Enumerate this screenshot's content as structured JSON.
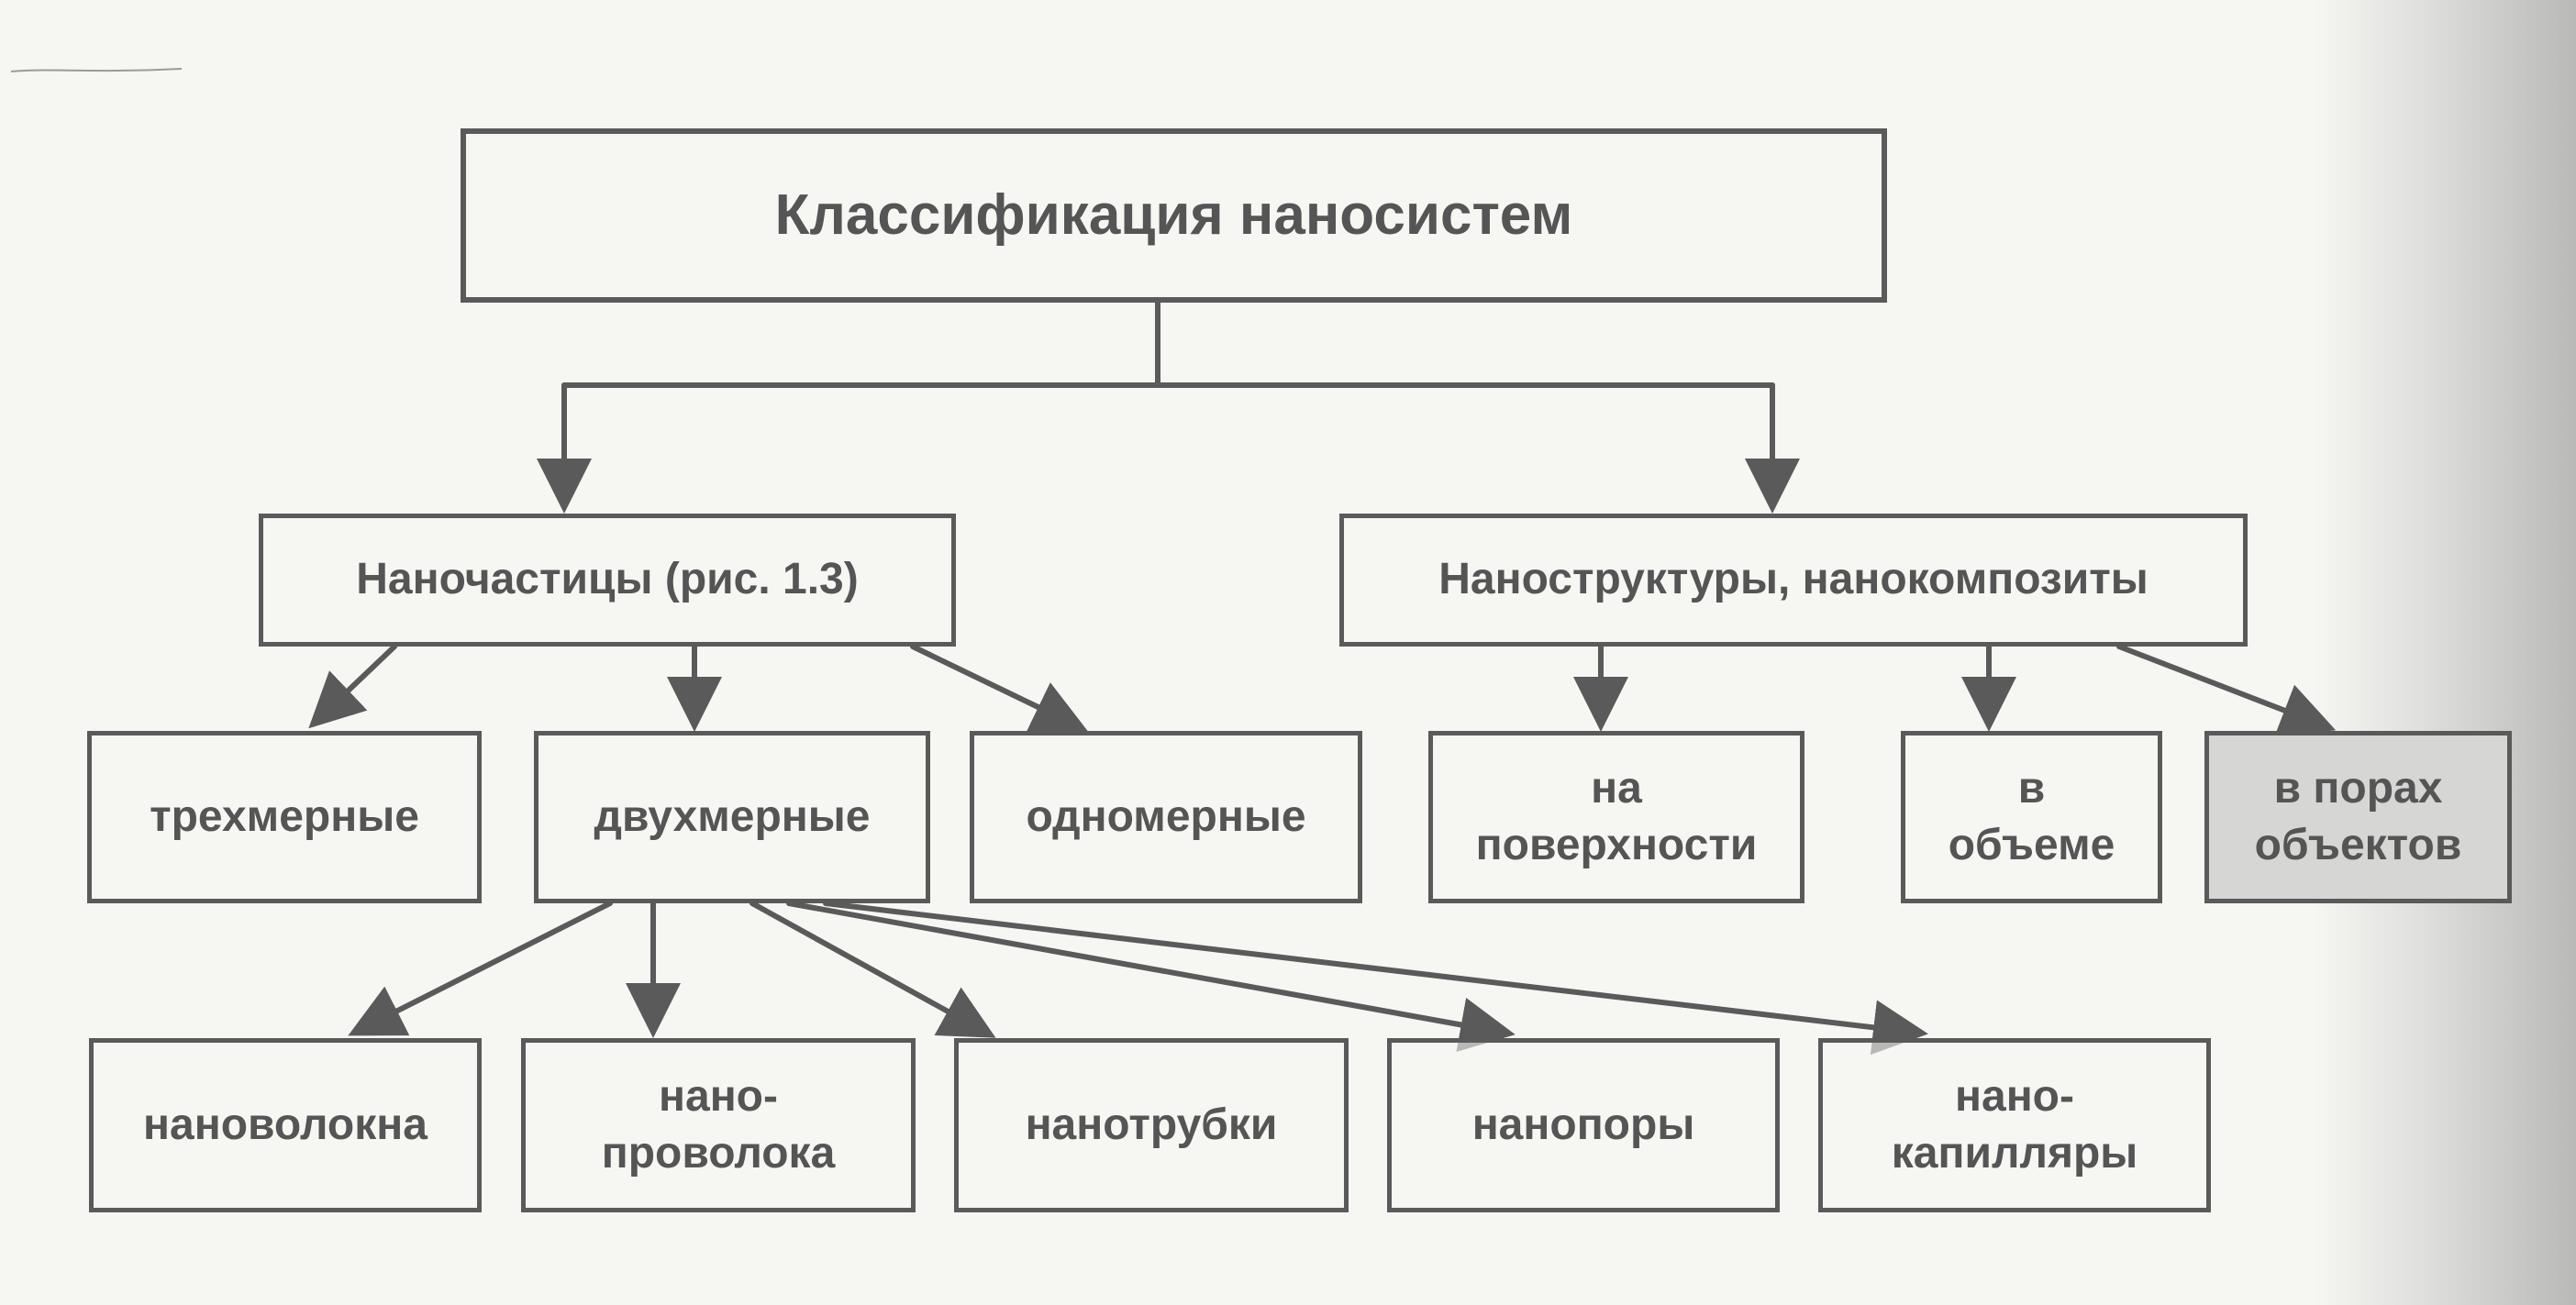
{
  "diagram": {
    "root": {
      "label": "Классификация наносистем"
    },
    "branches": [
      {
        "label": "Наночастицы (рис. 1.3)",
        "children": [
          {
            "label": "трехмерные"
          },
          {
            "label": "двухмерные",
            "children": [
              {
                "label": "нановолокна"
              },
              {
                "label": "нано-\nпроволока"
              },
              {
                "label": "нанотрубки"
              },
              {
                "label": "нанопоры"
              },
              {
                "label": "нано-\nкапилляры"
              }
            ]
          },
          {
            "label": "одномерные"
          }
        ]
      },
      {
        "label": "Наноструктуры, нанокомпозиты",
        "children": [
          {
            "label": "на\nповерхности"
          },
          {
            "label": "в\nобъеме"
          },
          {
            "label": "в порах\nобъектов"
          }
        ]
      }
    ],
    "colors": {
      "line": "#5a5a5a",
      "text": "#555555",
      "background": "#f6f6f3",
      "shaded_box": "#d6d6d4"
    }
  }
}
